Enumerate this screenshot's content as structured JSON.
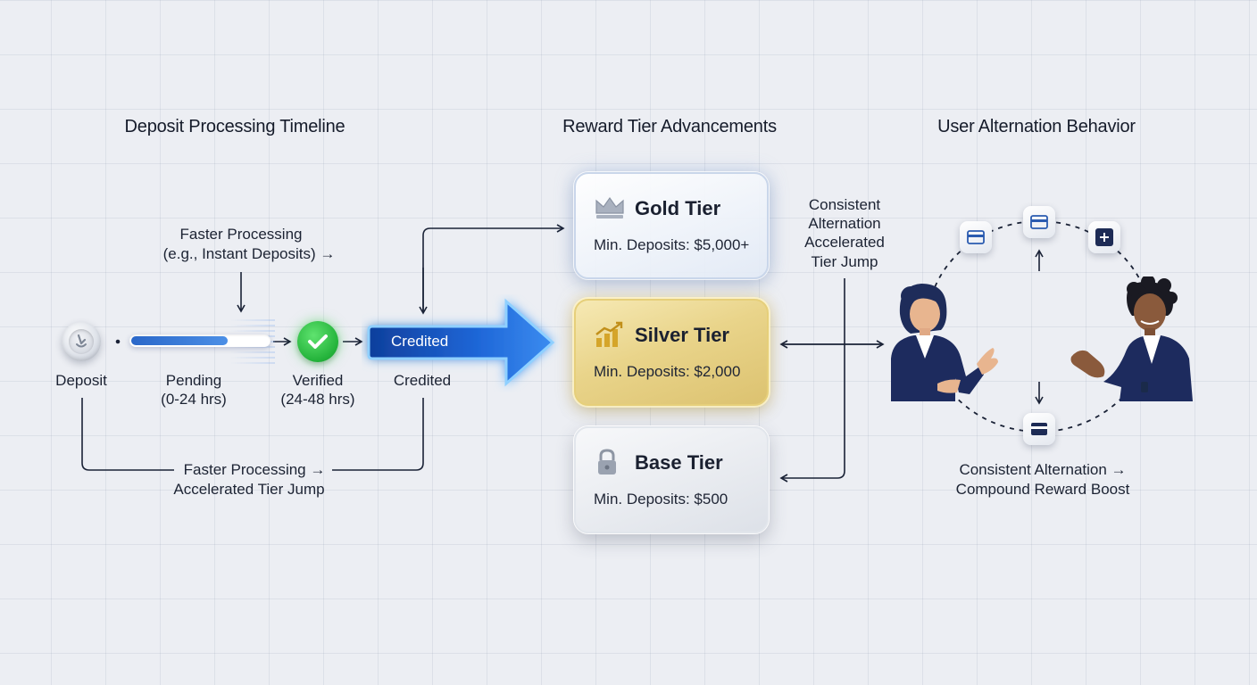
{
  "sections": {
    "deposit": {
      "title": "Deposit Processing Timeline",
      "faster_top_line1": "Faster Processing",
      "faster_top_line2": "(e.g., Instant Deposits) →",
      "stages": [
        {
          "label_line1": "Deposit",
          "label_line2": ""
        },
        {
          "label_line1": "Pending",
          "label_line2": "(0-24 hrs)"
        },
        {
          "label_line1": "Verified",
          "label_line2": "(24-48 hrs)"
        },
        {
          "label_line1": "Credited",
          "label_line2": ""
        }
      ],
      "pending_progress": 0.7,
      "arrow_label": "Credited",
      "faster_bottom_line1": "Faster Processing →",
      "faster_bottom_line2": "Accelerated Tier Jump"
    },
    "tiers": {
      "title": "Reward Tier Advancements",
      "items": [
        {
          "name": "Gold Tier",
          "min": "Min. Deposits: $5,000+",
          "icon": "crown-icon"
        },
        {
          "name": "Silver Tier",
          "min": "Min. Deposits: $2,000",
          "icon": "growth-chart-icon"
        },
        {
          "name": "Base Tier",
          "min": "Min. Deposits: $500",
          "icon": "lock-icon"
        }
      ]
    },
    "alternation": {
      "title": "User Alternation Behavior",
      "side_note_lines": [
        "Consistent",
        "Alternation",
        "Accelerated",
        "Tier Jump"
      ],
      "bottom_line1": "Consistent Alternation →",
      "bottom_line2": "Compound Reward Boost"
    }
  },
  "colors": {
    "accent_blue": "#1f5fd0",
    "verified_green": "#2fc447",
    "gold": "#e6cf7a",
    "navy": "#1a2a5c"
  }
}
